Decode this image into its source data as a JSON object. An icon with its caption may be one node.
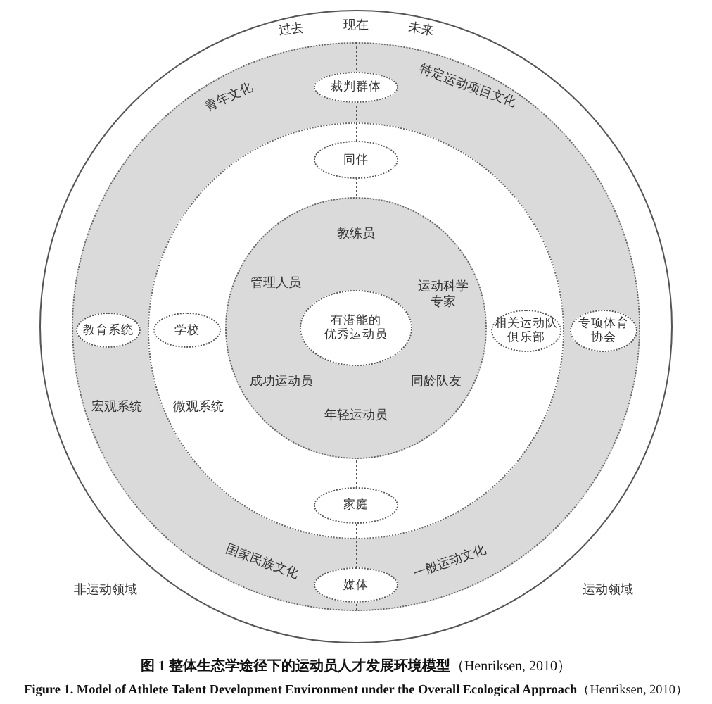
{
  "diagram": {
    "caption": "**图 1  整体生态学途径下的运动员人才发展环境模型**（Henriksen, 2010）",
    "nodes": [
      {
        "text": [
          "过去",
          "现在",
          "未来"
        ]
      },
      {
        "text": [
          "青年文化",
          "特定运动项目文化",
          "宏观系统",
          "国家民族文化",
          "一般运动文化"
        ],
        "in": 0
      },
      {
        "text": [
          "裁判群体"
        ],
        "in": 1
      },
      {
        "text": [
          "教育系统"
        ],
        "in": 1
      },
      {
        "text": [
          "专项体育协会"
        ],
        "in": 1
      },
      {
        "text": [
          "媒体"
        ],
        "in": 1
      },
      {
        "text": [
          "微观系统"
        ],
        "in": 1
      },
      {
        "text": [
          "同伴"
        ],
        "in": 6
      },
      {
        "text": [
          "学校"
        ],
        "in": 6
      },
      {
        "text": [
          "相关运动队俱乐部"
        ],
        "in": 6
      },
      {
        "text": [
          "家庭"
        ],
        "in": 6
      },
      {
        "text": [
          "教练员",
          "管理人员",
          "运动科学专家",
          "成功运动员",
          "同龄队友",
          "年轻运动员"
        ],
        "in": 6
      },
      {
        "text": [
          "有潜能的优秀运动员"
        ],
        "in": 11
      }
    ],
    "labels": [
      "非运动领域",
      "运动领域",
      "**Figure 1.  Model of Athlete Talent Development Environment under the Overall Ecological Approach**（Henriksen, 2010）"
    ]
  }
}
